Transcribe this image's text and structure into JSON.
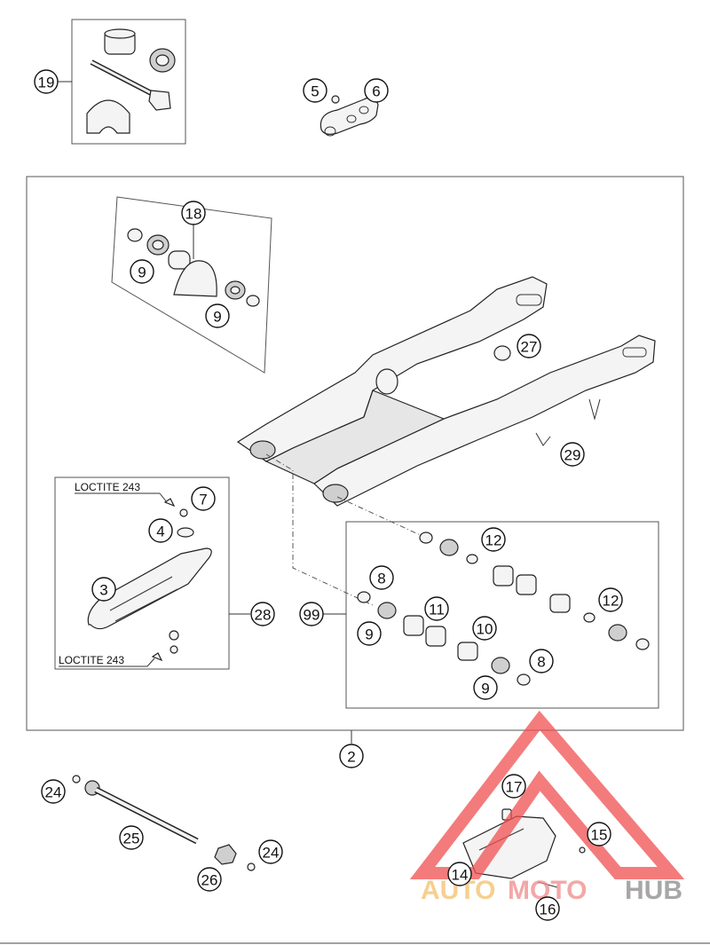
{
  "diagram": {
    "callouts": [
      {
        "id": "c19",
        "label": "19"
      },
      {
        "id": "c5",
        "label": "5"
      },
      {
        "id": "c6",
        "label": "6"
      },
      {
        "id": "c18",
        "label": "18"
      },
      {
        "id": "c9a",
        "label": "9"
      },
      {
        "id": "c9b",
        "label": "9"
      },
      {
        "id": "c27",
        "label": "27"
      },
      {
        "id": "c29",
        "label": "29"
      },
      {
        "id": "c7",
        "label": "7"
      },
      {
        "id": "c4",
        "label": "4"
      },
      {
        "id": "c3",
        "label": "3"
      },
      {
        "id": "c28",
        "label": "28"
      },
      {
        "id": "c99",
        "label": "99"
      },
      {
        "id": "c8a",
        "label": "8"
      },
      {
        "id": "c9c",
        "label": "9"
      },
      {
        "id": "c11",
        "label": "11"
      },
      {
        "id": "c10",
        "label": "10"
      },
      {
        "id": "c8b",
        "label": "8"
      },
      {
        "id": "c9d",
        "label": "9"
      },
      {
        "id": "c12a",
        "label": "12"
      },
      {
        "id": "c12b",
        "label": "12"
      },
      {
        "id": "c2",
        "label": "2"
      },
      {
        "id": "c24a",
        "label": "24"
      },
      {
        "id": "c25",
        "label": "25"
      },
      {
        "id": "c26",
        "label": "26"
      },
      {
        "id": "c24b",
        "label": "24"
      },
      {
        "id": "c17",
        "label": "17"
      },
      {
        "id": "c15",
        "label": "15"
      },
      {
        "id": "c14",
        "label": "14"
      },
      {
        "id": "c16",
        "label": "16"
      }
    ],
    "labels": {
      "loctite_top": "LOCTITE 243",
      "loctite_bottom": "LOCTITE 243"
    }
  },
  "watermark": {
    "text_a": "AUTO",
    "text_b": "MOTO",
    "text_c": "HUB",
    "color_a": "#f5c06a",
    "color_b": "#f08a8a",
    "color_c": "#8a8a8a",
    "triangle_color": "#f05050"
  }
}
